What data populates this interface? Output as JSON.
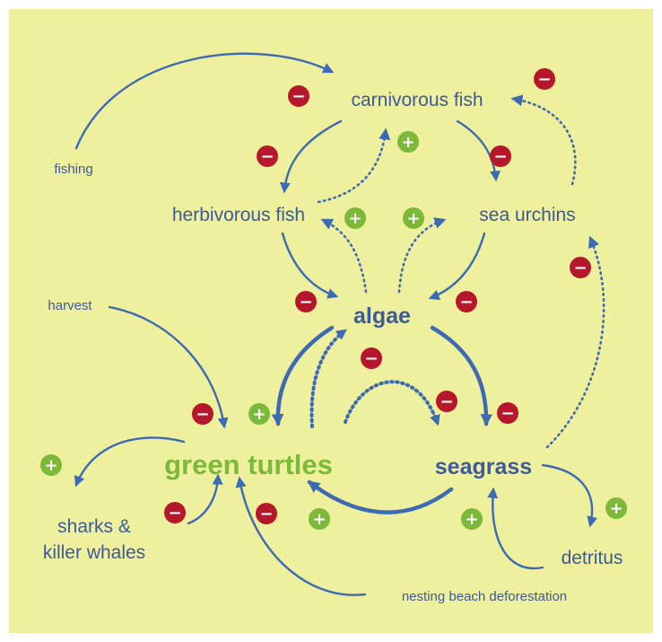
{
  "diagram": {
    "background_color": "#eef09d",
    "arrow_color": "#3d6bb3",
    "negative_color": "#b5182b",
    "positive_color": "#7cb83a",
    "nodes": {
      "carnivorous_fish": "carnivorous fish",
      "herbivorous_fish": "herbivorous fish",
      "sea_urchins": "sea urchins",
      "algae": "algae",
      "green_turtles": "green turtles",
      "seagrass": "seagrass",
      "sharks_line1": "sharks &",
      "sharks_line2": "killer whales",
      "detritus": "detritus"
    },
    "drivers": {
      "fishing": "fishing",
      "harvest": "harvest",
      "nesting": "nesting beach deforestation"
    },
    "signs": {
      "negative": "−",
      "positive": "+"
    }
  }
}
